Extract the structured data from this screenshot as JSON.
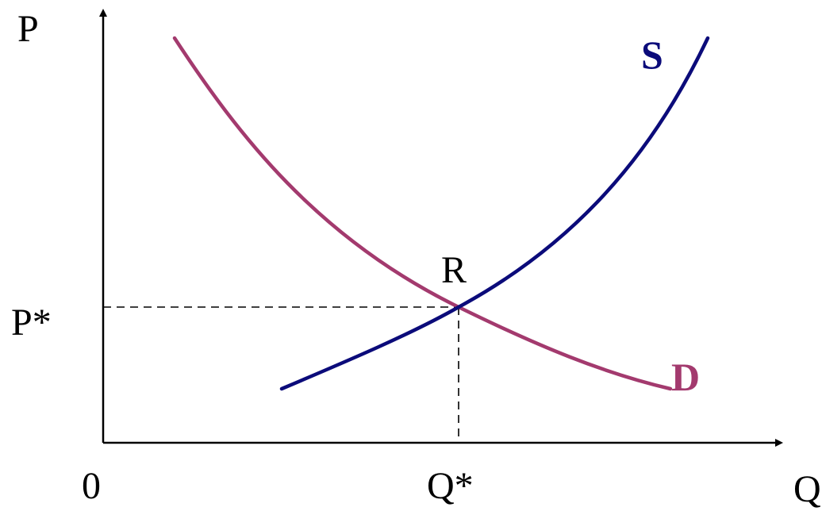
{
  "axes": {
    "y_label": "P",
    "x_label": "Q",
    "origin_label": "0"
  },
  "equilibrium": {
    "point_label": "R",
    "price_label": "P*",
    "quantity_label": "Q*"
  },
  "curves": {
    "supply": {
      "label": "S",
      "color": "#0b0b7a"
    },
    "demand": {
      "label": "D",
      "color": "#a33a6e"
    }
  }
}
